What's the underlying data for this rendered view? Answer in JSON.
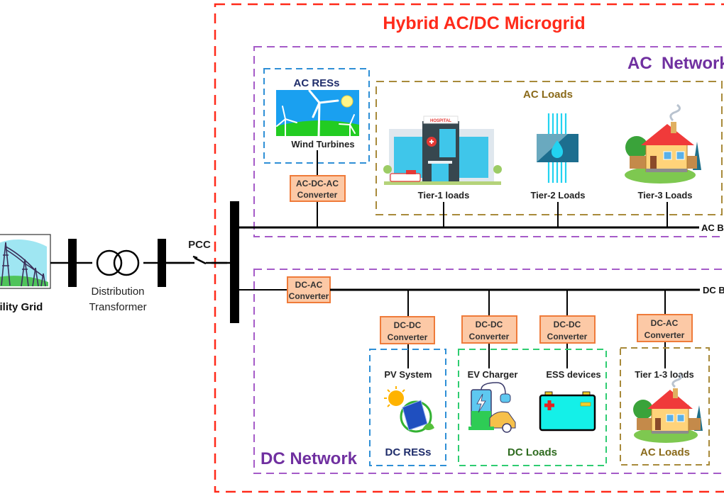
{
  "title": "Hybrid AC/DC Microgrid",
  "colors": {
    "microgrid_border": "#ff2a1a",
    "network_border": "#a55bc8",
    "network_label": "#7030a0",
    "res_border": "#2e8fd6",
    "res_label": "#1f2d6b",
    "ac_loads_border": "#a88a3a",
    "ac_loads_label": "#8a6a1a",
    "dc_loads_border": "#2ecc71",
    "dc_loads_label": "#2e6b1f",
    "converter_fill": "#fcc9a6",
    "converter_border": "#ef7b3a",
    "bus": "#000000"
  },
  "utility": {
    "label": "Utility Grid",
    "transformer_label_line1": "Distribution",
    "transformer_label_line2": "Transformer",
    "pcc_label": "PCC"
  },
  "ac_network": {
    "label": "AC  Network",
    "bus_label": "AC Bus",
    "res": {
      "title": "AC RESs",
      "item": "Wind Turbines",
      "converter_line1": "AC-DC-AC",
      "converter_line2": "Converter"
    },
    "loads": {
      "title": "AC Loads",
      "items": [
        "Tier-1 loads",
        "Tier-2 Loads",
        "Tier-3 Loads"
      ],
      "hospital_sign": "HOSPITAL"
    }
  },
  "dc_network": {
    "label": "DC Network",
    "bus_label": "DC Bus",
    "main_converter_line1": "DC-AC",
    "main_converter_line2": "Converter",
    "res": {
      "title": "DC RESs",
      "item": "PV System",
      "converter_line1": "DC-DC",
      "converter_line2": "Converter"
    },
    "dc_loads": {
      "title": "DC Loads",
      "items": [
        "EV Charger",
        "ESS devices"
      ],
      "converters": [
        {
          "line1": "DC-DC",
          "line2": "Converter"
        },
        {
          "line1": "DC-DC",
          "line2": "Converter"
        }
      ]
    },
    "ac_loads": {
      "title": "AC Loads",
      "item": "Tier 1-3 loads",
      "converter_line1": "DC-AC",
      "converter_line2": "Converter"
    }
  }
}
